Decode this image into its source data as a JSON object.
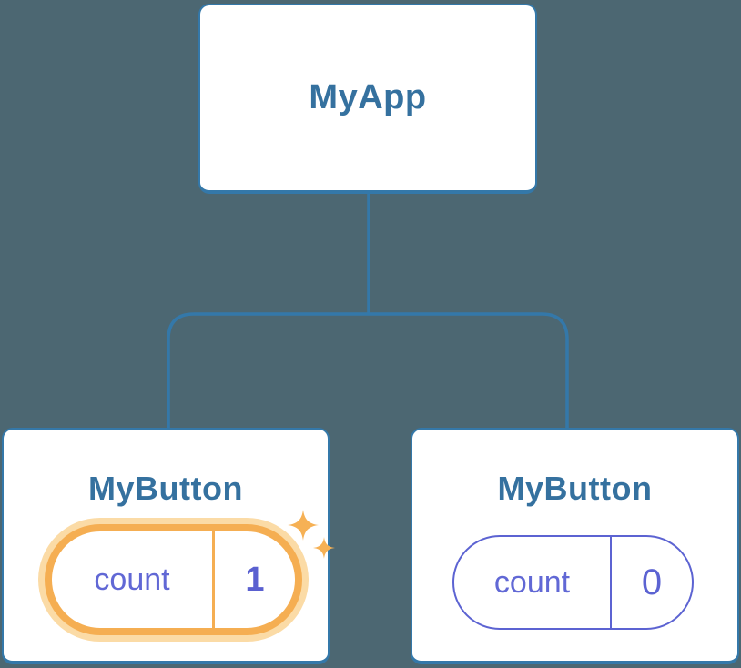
{
  "diagram": {
    "title": "component-state-tree",
    "background_color": "#4C6772",
    "colors": {
      "card_border_blue": "#3478A9",
      "node_title_blue": "#35719F",
      "state_indigo": "#5C63D2",
      "highlight_orange": "#F5AE52",
      "highlight_halo": "#FBDBA6",
      "sparkle_orange": "#F6B155",
      "card_background": "#FFFFFF"
    },
    "root": {
      "label": "MyApp"
    },
    "children": [
      {
        "label": "MyButton",
        "highlighted": true,
        "state": {
          "key": "count",
          "value": "1"
        }
      },
      {
        "label": "MyButton",
        "highlighted": false,
        "state": {
          "key": "count",
          "value": "0"
        }
      }
    ]
  }
}
